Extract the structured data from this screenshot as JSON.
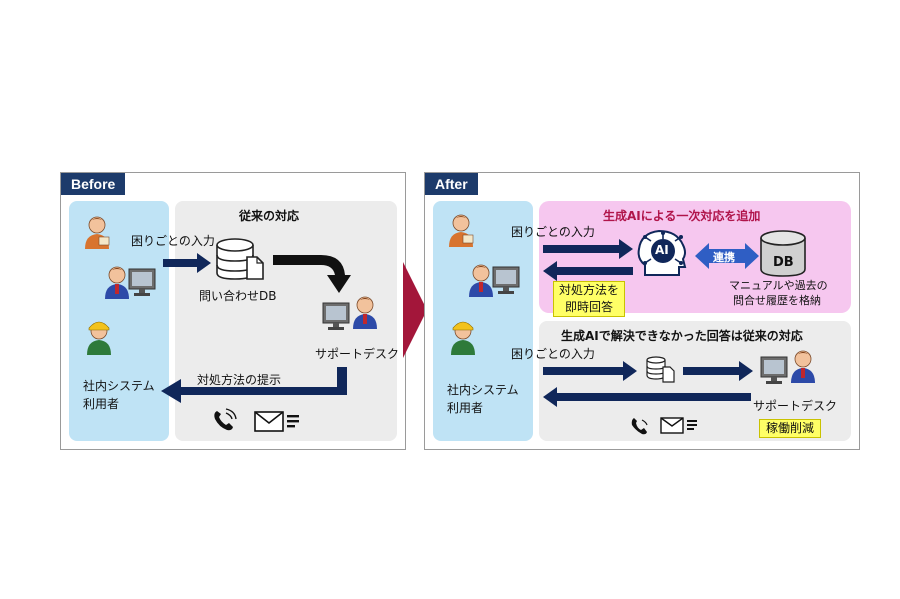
{
  "before": {
    "title": "Before",
    "traditional_label": "従来の対応",
    "trouble_input": "困りごとの入力",
    "db_label": "問い合わせDB",
    "support_desk": "サポートデスク",
    "solution_label": "対処方法の提示",
    "users_label_1": "社内システム",
    "users_label_2": "利用者"
  },
  "after": {
    "title": "After",
    "genai_title": "生成AIによる一次対応を追加",
    "trouble_input_top": "困りごとの入力",
    "ai_label": "AI",
    "link_label": "連携",
    "db_label": "DB",
    "db_desc_1": "マニュアルや過去の",
    "db_desc_2": "問合せ履歴を格納",
    "answer_1": "対処方法を",
    "answer_2": "即時回答",
    "fallback_title": "生成AIで解決できなかった回答は従来の対応",
    "trouble_input_bottom": "困りごとの入力",
    "support_desk": "サポートデスク",
    "workload_label": "稼働削減",
    "users_label_1": "社内システム",
    "users_label_2": "利用者"
  },
  "colors": {
    "navy": "#1d3b6b",
    "arrow_dark": "#10275a",
    "transition": "#a3163a",
    "user_column": "#bfe3f5",
    "pink": "#f6c7ef",
    "highlight": "#ffff66"
  },
  "icons": [
    "person-icon",
    "database-icon",
    "document-icon",
    "phone-icon",
    "mail-icon",
    "ai-brain-icon",
    "computer-operator-icon"
  ]
}
